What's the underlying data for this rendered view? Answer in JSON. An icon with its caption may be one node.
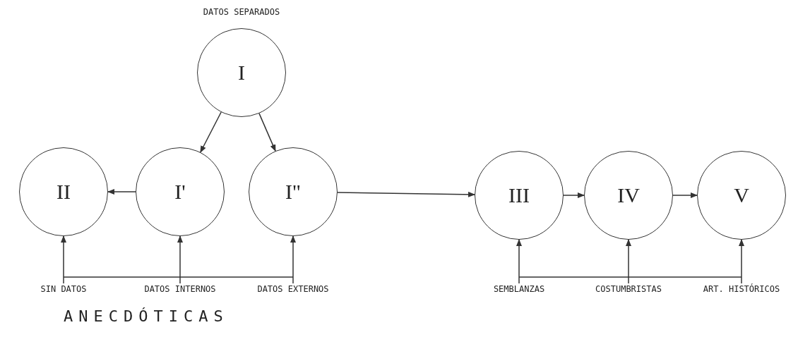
{
  "diagram": {
    "nodes": [
      {
        "text": [
          "I"
        ],
        "beside": [
          "DATOS SEPARADOS"
        ]
      },
      {
        "text": [
          "II"
        ]
      },
      {
        "text": [
          "I'"
        ]
      },
      {
        "text": [
          "I\""
        ]
      },
      {
        "text": [
          "III"
        ]
      },
      {
        "text": [
          "IV"
        ]
      },
      {
        "text": [
          "V"
        ]
      },
      {
        "text": [
          "SIN DATOS"
        ]
      },
      {
        "text": [
          "DATOS INTERNOS"
        ]
      },
      {
        "text": [
          "DATOS EXTERNOS"
        ]
      },
      {
        "text": [
          "SEMBLANZAS"
        ]
      },
      {
        "text": [
          "COSTUMBRISTAS"
        ]
      },
      {
        "text": [
          "ART. HISTÓRICOS"
        ]
      }
    ],
    "edges": [
      {
        "from": 0,
        "to": 2,
        "arrow": "to"
      },
      {
        "from": 0,
        "to": 3,
        "arrow": "to"
      },
      {
        "from": 2,
        "to": 1,
        "arrow": "to"
      },
      {
        "from": 3,
        "to": 4,
        "arrow": "to"
      },
      {
        "from": 4,
        "to": 5,
        "arrow": "to"
      },
      {
        "from": 5,
        "to": 6,
        "arrow": "to"
      },
      {
        "from": 7,
        "to": 1,
        "arrow": "to"
      },
      {
        "from": 8,
        "to": 2,
        "arrow": "to"
      },
      {
        "from": 9,
        "to": 3,
        "arrow": "to"
      },
      {
        "from": 10,
        "to": 4,
        "arrow": "to"
      },
      {
        "from": 11,
        "to": 5,
        "arrow": "to"
      },
      {
        "from": 12,
        "to": 6,
        "arrow": "to"
      }
    ],
    "labels": [
      "ANECDÓTICAS"
    ]
  }
}
